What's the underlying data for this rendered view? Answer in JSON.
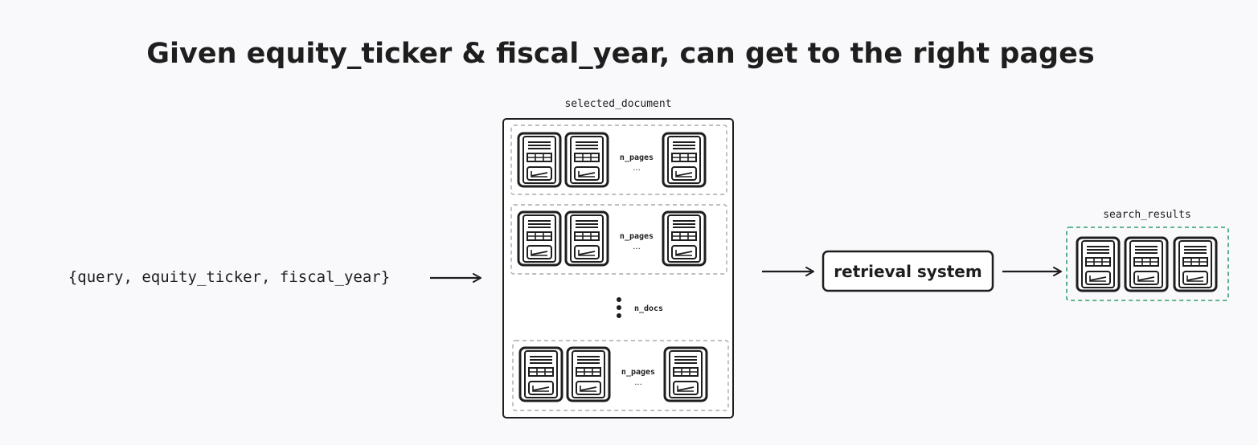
{
  "title": "Given equity_ticker & fiscal_year, can get to the right pages",
  "input_label": "{query, equity_ticker, fiscal_year}",
  "selected_document": {
    "label": "selected_document",
    "groups": [
      {
        "pages_label": "n_pages",
        "ellipsis": "..."
      },
      {
        "pages_label": "n_pages",
        "ellipsis": "..."
      },
      {
        "pages_label": "n_pages",
        "ellipsis": "..."
      }
    ],
    "docs_label": "n_docs"
  },
  "retrieval_system_label": "retrieval system",
  "search_results_label": "search_results",
  "colors": {
    "background": "#f9f9fb",
    "ink": "#1e1e1e",
    "dashed_group": "#a8a8b3",
    "results_border": "#2f9e6b"
  },
  "icons": {
    "page": "document-page-icon",
    "arrow": "arrow-right-icon"
  }
}
